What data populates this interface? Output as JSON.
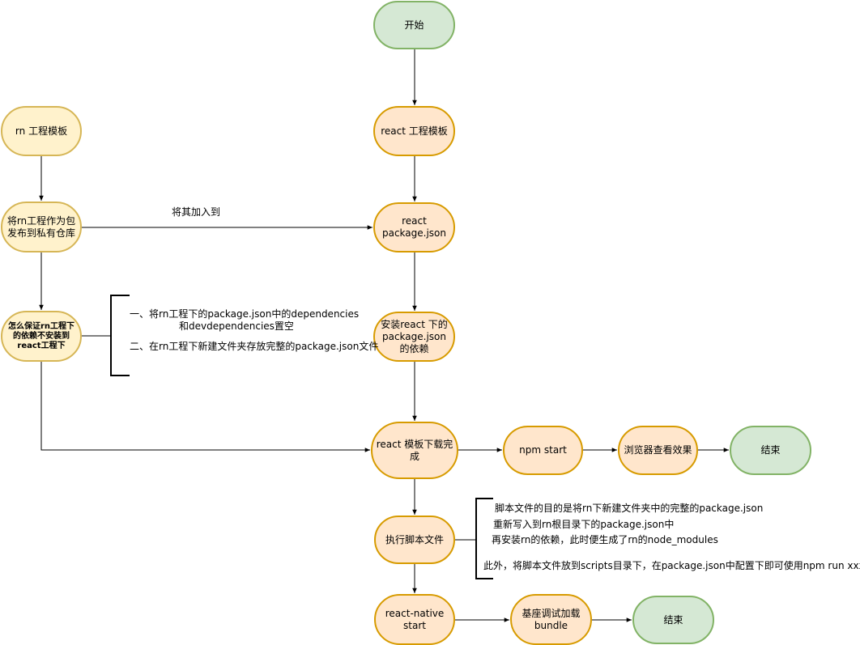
{
  "nodes": {
    "start": "开始",
    "react_template": "react 工程模板",
    "react_pkg": "react\npackage.json",
    "install_deps": "安装react 下的package.json的依赖",
    "download_done": "react 模板下载完成",
    "npm_start": "npm start",
    "browser_check": "浏览器查看效果",
    "end1": "结束",
    "run_script": "执行脚本文件",
    "rn_start": "react-native start",
    "base_debug": "基座调试加载\nbundle",
    "end2": "结束",
    "rn_template": "rn 工程模板",
    "publish_rn": "将rn工程作为包发布到私有仓库",
    "ensure_rn": "怎么保证rn工程下的依赖不安装到react工程下"
  },
  "labels": {
    "add_to": "将其加入到",
    "note1_line1": "一、将rn工程下的package.json中的dependencies",
    "note1_line2": "和devdependencies置空",
    "note2": "二、在rn工程下新建文件夹存放完整的package.json文件",
    "script_line1": "脚本文件的目的是将rn下新建文件夹中的完整的package.json",
    "script_line2": "重新写入到rn根目录下的package.json中",
    "script_line3": "再安装rn的依赖，此时便生成了rn的node_modules",
    "script_line4": "此外，将脚本文件放到scripts目录下，在package.json中配置下即可使用npm run xxx了"
  },
  "colors": {
    "green_fill": "#d5e8d4",
    "green_stroke": "#82b366",
    "yellow_fill": "#fff2cc",
    "yellow_stroke": "#d6b656",
    "orange_fill": "#ffe6cc",
    "orange_stroke": "#d79b00"
  }
}
